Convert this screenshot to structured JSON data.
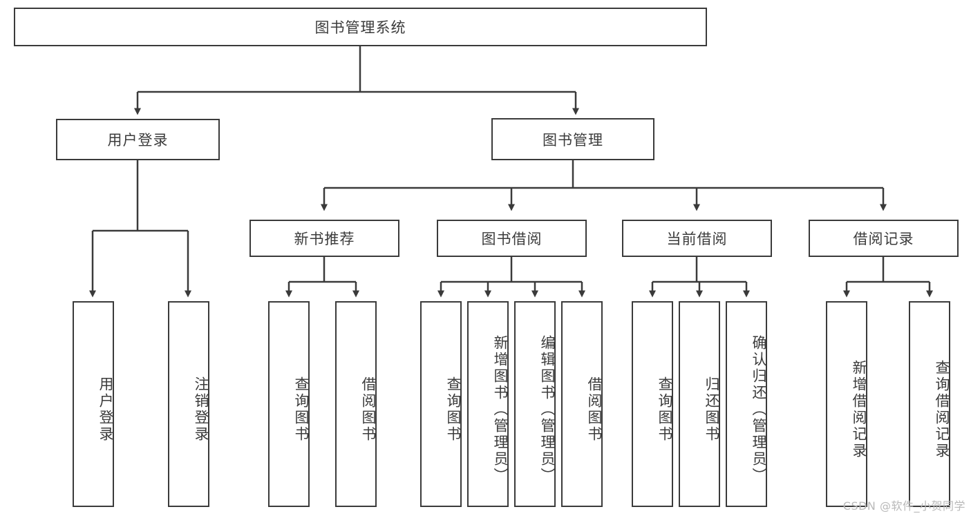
{
  "diagram": {
    "title": "图书管理系统",
    "root": {
      "label": "图书管理系统"
    },
    "level1": [
      {
        "label": "用户登录"
      },
      {
        "label": "图书管理"
      }
    ],
    "level2": [
      {
        "label": "新书推荐"
      },
      {
        "label": "图书借阅"
      },
      {
        "label": "当前借阅"
      },
      {
        "label": "借阅记录"
      }
    ],
    "leaves": {
      "user_login": [
        {
          "label": "用户登录"
        },
        {
          "label": "注销登录"
        }
      ],
      "new_book_recommend": [
        {
          "label": "查询图书"
        },
        {
          "label": "借阅图书"
        }
      ],
      "book_borrow": [
        {
          "label": "查询图书"
        },
        {
          "label": "新增图书（管理员）"
        },
        {
          "label": "编辑图书（管理员）"
        },
        {
          "label": "借阅图书"
        }
      ],
      "current_borrow": [
        {
          "label": "查询图书"
        },
        {
          "label": "归还图书"
        },
        {
          "label": "确认归还（管理员）"
        }
      ],
      "borrow_record": [
        {
          "label": "新增借阅记录"
        },
        {
          "label": "查询借阅记录"
        }
      ]
    }
  },
  "watermark": {
    "text": "CSDN @软件_小贺同学"
  },
  "colors": {
    "stroke": "#3a3a3a",
    "text": "#3b3b3b",
    "background": "#ffffff",
    "watermark": "#b9b9b9"
  }
}
